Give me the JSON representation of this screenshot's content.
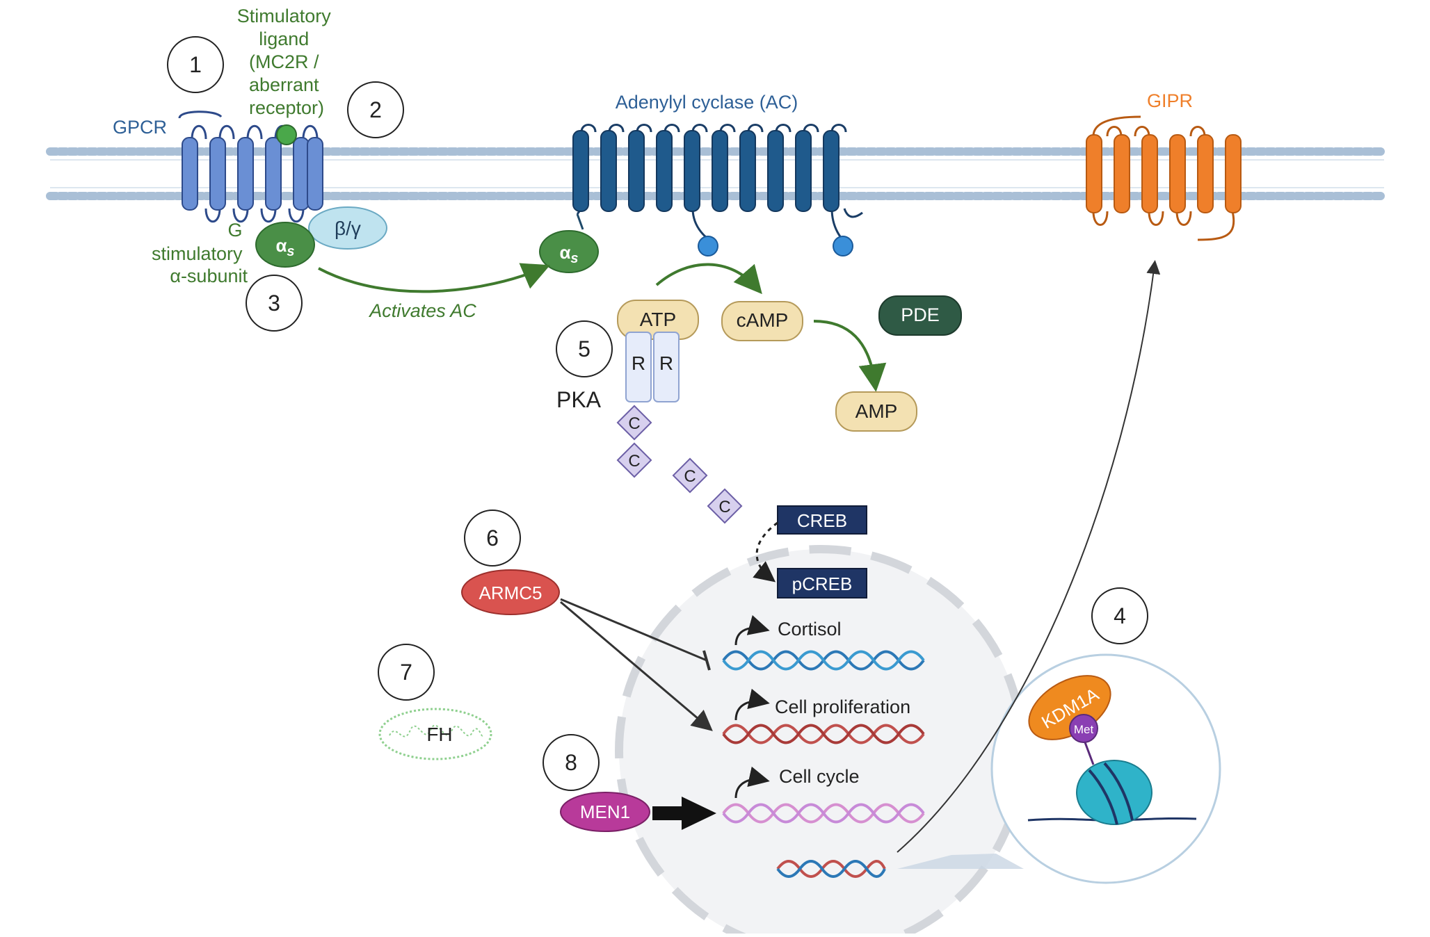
{
  "labels": {
    "stim_ligand": [
      "Stimulatory",
      "ligand",
      "(MC2R /",
      "aberrant",
      "receptor)"
    ],
    "gpcr": "GPCR",
    "g_stim": [
      "G",
      "stimulatory",
      "α-subunit"
    ],
    "alpha_s": "α",
    "alpha_s_sub": "s",
    "beta_gamma": "β/γ",
    "activates_ac": "Activates AC",
    "adenylyl_cyclase": "Adenylyl cyclase (AC)",
    "gipr": "GIPR",
    "atp": "ATP",
    "camp": "cAMP",
    "pde": "PDE",
    "amp": "AMP",
    "pka": "PKA",
    "reg_subunit": "R",
    "cat_subunit": "C",
    "creb": "CREB",
    "pcreb": "pCREB",
    "armc5": "ARMC5",
    "fh": "FH",
    "men1": "MEN1",
    "cortisol": "Cortisol",
    "cell_proliferation": "Cell proliferation",
    "cell_cycle": "Cell cycle",
    "kdm1a": "KDM1A",
    "met": "Met"
  },
  "step_numbers": [
    "1",
    "2",
    "3",
    "4",
    "5",
    "6",
    "7",
    "8"
  ],
  "colors": {
    "gpcr": "#6a8fd4",
    "ac": "#1f5a8c",
    "gipr": "#ef7f2a",
    "g_green": "#4a8f47",
    "text_green": "#3f7a2e",
    "text_blue": "#2d5f96",
    "nucleotide": "#f3e1b2",
    "pde": "#2f5a45",
    "creb": "#1f3565",
    "armc5": "#d9534f",
    "men1": "#b83a9a",
    "cortisol_dna": "#2c78b6",
    "prolif_dna": "#c0504d",
    "cycle_dna": "#d68fd0"
  }
}
